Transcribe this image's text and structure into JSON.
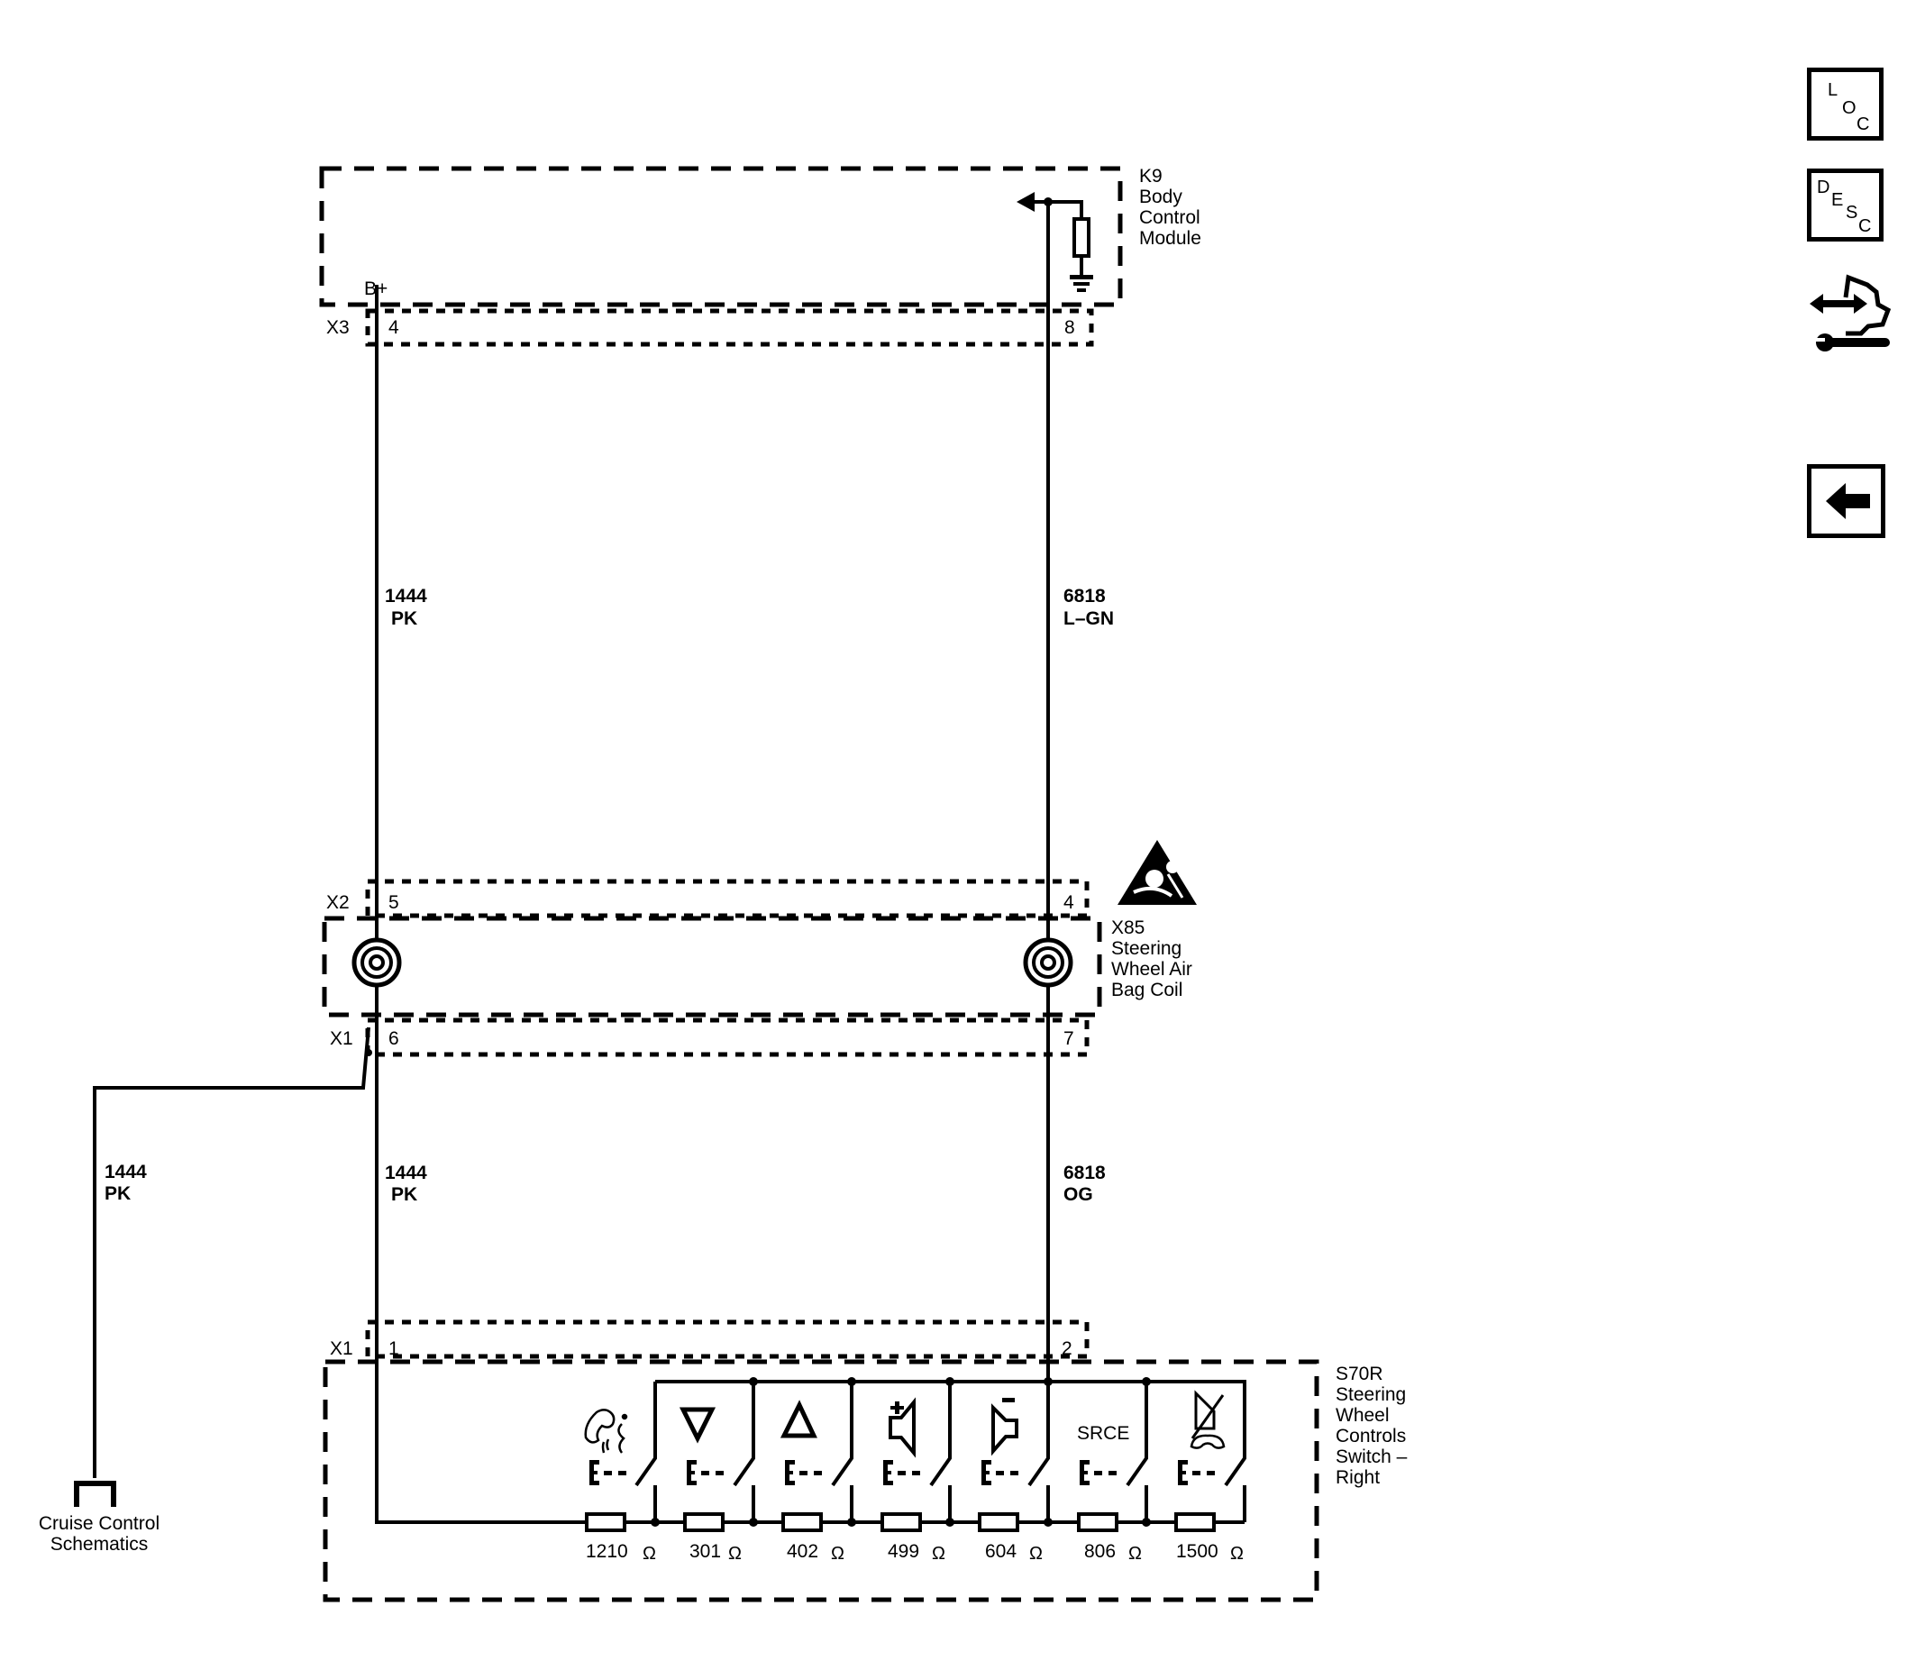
{
  "components": {
    "k9": {
      "lines": [
        "K9",
        "Body",
        "Control",
        "Module"
      ],
      "supply": "B+",
      "connector": "X3",
      "pin_left": "4",
      "pin_right": "8"
    },
    "x85": {
      "lines": [
        "X85",
        "Steering",
        "Wheel Air",
        "Bag Coil"
      ],
      "top_connector": "X2",
      "top_pin_left": "5",
      "top_pin_right": "4",
      "bottom_connector": "X1",
      "bottom_pin_left": "6",
      "bottom_pin_right": "7"
    },
    "s70r": {
      "lines": [
        "S70R",
        "Steering",
        "Wheel",
        "Controls",
        "Switch –",
        "Right"
      ],
      "connector": "X1",
      "pin_left": "1",
      "pin_right": "2"
    }
  },
  "wires": {
    "upper_left": {
      "circuit": "1444",
      "color": "PK"
    },
    "upper_right": {
      "circuit": "6818",
      "color": "L–GN"
    },
    "lower_left": {
      "circuit": "1444",
      "color": "PK"
    },
    "lower_right": {
      "circuit": "6818",
      "color": "OG"
    },
    "branch": {
      "circuit": "1444",
      "color": "PK"
    }
  },
  "reference": {
    "lines": [
      "Cruise Control",
      "Schematics"
    ]
  },
  "switches": [
    {
      "function": "phone-voice",
      "label": "",
      "resistance": "1210",
      "unit": "Ω"
    },
    {
      "function": "seek-down",
      "label": "",
      "resistance": "301",
      "unit": "Ω"
    },
    {
      "function": "seek-up",
      "label": "",
      "resistance": "402",
      "unit": "Ω"
    },
    {
      "function": "volume-up",
      "label": "",
      "resistance": "499",
      "unit": "Ω"
    },
    {
      "function": "volume-down",
      "label": "",
      "resistance": "604",
      "unit": "Ω"
    },
    {
      "function": "source",
      "label": "SRCE",
      "resistance": "806",
      "unit": "Ω"
    },
    {
      "function": "mute-end-call",
      "label": "",
      "resistance": "1500",
      "unit": "Ω"
    }
  ],
  "nav": {
    "loc": {
      "letters": [
        "L",
        "O",
        "C"
      ]
    },
    "desc": {
      "letters": [
        "D",
        "E",
        "S",
        "C"
      ]
    },
    "connector_repair": "connector-repair-icon",
    "back": "back-arrow-icon"
  },
  "colors": {
    "ink": "#000000",
    "background": "#ffffff"
  }
}
